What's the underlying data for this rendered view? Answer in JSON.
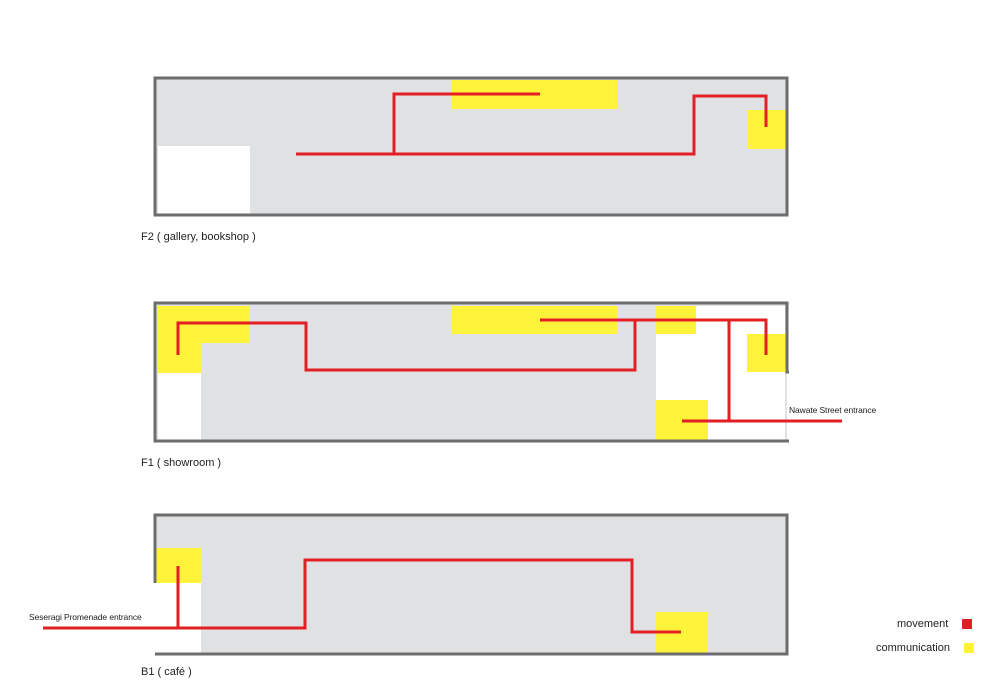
{
  "floors": [
    {
      "id": "F2",
      "label": "F2 ( gallery, bookshop )"
    },
    {
      "id": "F1",
      "label": "F1 ( showroom )"
    },
    {
      "id": "B1",
      "label": "B1 ( café )"
    }
  ],
  "entrances": {
    "nawate": "Nawate Street entrance",
    "seseragi": "Seseragi Promenade entrance"
  },
  "legend": {
    "movement": {
      "label": "movement",
      "color": "#e31e24"
    },
    "communication": {
      "label": "communication",
      "color": "#fff23a"
    }
  },
  "colors": {
    "floor": "#e0e1e2",
    "wall": "#6d6d6d",
    "movement": "#e31e24",
    "communication": "#fff23a"
  }
}
